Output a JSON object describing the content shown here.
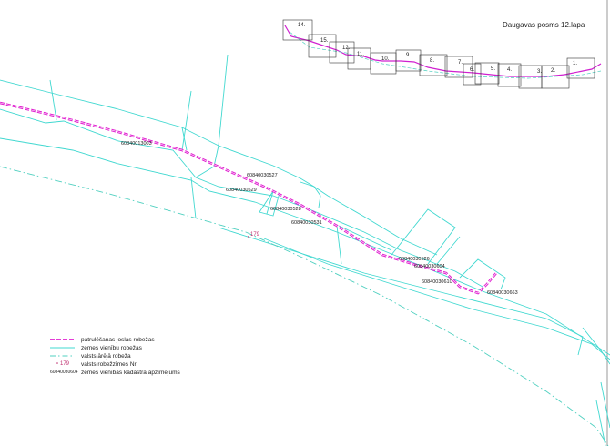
{
  "map": {
    "title": "Daugavas posms 12.lapa",
    "index_sheets": [
      "14.",
      "15.",
      "12.",
      "11.",
      "10.",
      "9.",
      "8.",
      "7.",
      "6.",
      "5.",
      "4.",
      "3.",
      "2.",
      "1."
    ],
    "parcel_labels": [
      "60840013003",
      "60840030527",
      "60840030529",
      "60840030528",
      "60840030531",
      "60840030526",
      "60840030604",
      "60840030610",
      "60840030663"
    ],
    "border_marker": "179",
    "colors": {
      "patrol": "#e020d0",
      "parcel": "#40d8d0",
      "state": "#50d0c0",
      "marker": "#c03070"
    }
  },
  "legend": {
    "items": [
      {
        "label": "patrulēšanas joslas robežas"
      },
      {
        "label": "zemes vienību robežas"
      },
      {
        "label": "valsts ārējā robeža"
      },
      {
        "symbol": "179",
        "label": "valsts robežzīmes Nr."
      },
      {
        "symbol": "60840030604",
        "label": "zemes vienības kadastra apzīmējums"
      }
    ]
  }
}
